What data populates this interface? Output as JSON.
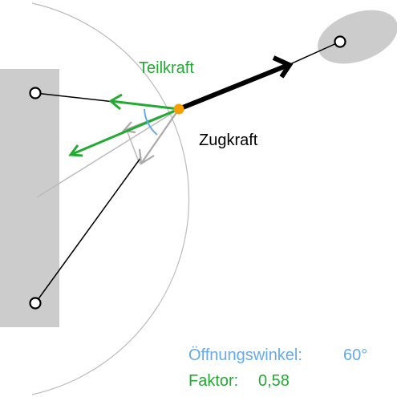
{
  "labels": {
    "teilkraft": "Teilkraft",
    "zugkraft": "Zugkraft"
  },
  "readout": {
    "angle_label": "Öffnungswinkel:",
    "angle_value": "60°",
    "factor_label": "Faktor:",
    "factor_value": "0,58"
  },
  "colors": {
    "green": "#22aa33",
    "blue": "#66aaee",
    "orange": "#f5a000",
    "wall": "#cccccc",
    "guide": "#bbbbbb",
    "black": "#000000"
  }
}
